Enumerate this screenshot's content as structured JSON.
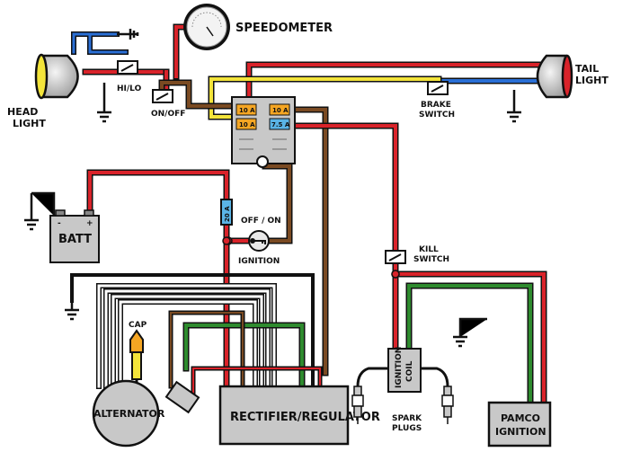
{
  "labels": {
    "speedometer": "SPEEDOMETER",
    "headlight": [
      "HEAD",
      "LIGHT"
    ],
    "hilo": "HI/LO",
    "onoff": "ON/OFF",
    "taillight": [
      "TAIL",
      "LIGHT"
    ],
    "brake_switch": [
      "BRAKE",
      "SWITCH"
    ],
    "fuse_a": "10 A",
    "fuse_b": "10 A",
    "fuse_c": "10 A",
    "fuse_d": "7.5 A",
    "inline_fuse": "20 A",
    "batt": "BATT",
    "offon": "OFF / ON",
    "ignition": "IGNITION",
    "kill_switch": [
      "KILL",
      "SWITCH"
    ],
    "cap": "CAP",
    "alternator": "ALTERNATOR",
    "rectifier": "RECTIFIER/REGULATOR",
    "ignition_coil": [
      "IGNITION",
      "COIL"
    ],
    "spark_plugs": [
      "SPARK",
      "PLUGS"
    ],
    "pamco": [
      "PAMCO",
      "IGNITION"
    ]
  },
  "colors": {
    "red": "#d9232a",
    "yellow": "#f3e43a",
    "brown": "#7a4a22",
    "blue": "#2a6fd6",
    "green": "#2e8b2e",
    "black": "#111111",
    "grey_box": "#c8c8c8",
    "fuse_orange": "#f5a623",
    "fuse_blue": "#5ab4e6"
  }
}
